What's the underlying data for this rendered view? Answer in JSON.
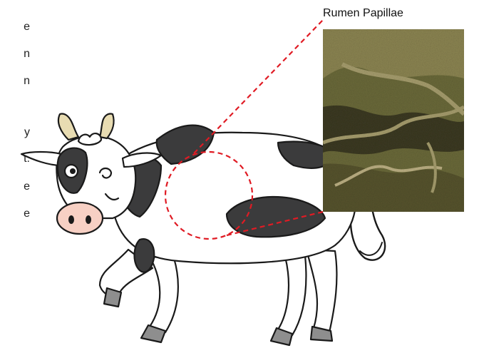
{
  "left_text_fragments": [
    "e",
    "n",
    "n",
    "y",
    "t.",
    "e",
    "e"
  ],
  "inset_caption": "Rumen Papillae",
  "colors": {
    "cow_outline": "#1a1a1a",
    "cow_patch": "#3b3b3c",
    "cow_body": "#ffffff",
    "horn": "#e8dcb2",
    "nose": "#f7d0c4",
    "hoof": "#8e8e8e",
    "callout": "#e01b24",
    "papillae_base": "#6b6a3a",
    "papillae_dark": "#3c3a22",
    "papillae_light": "#a79e6e"
  },
  "icons": [
    "cow-illustration",
    "rumen-highlight-circle",
    "papillae-photo"
  ]
}
